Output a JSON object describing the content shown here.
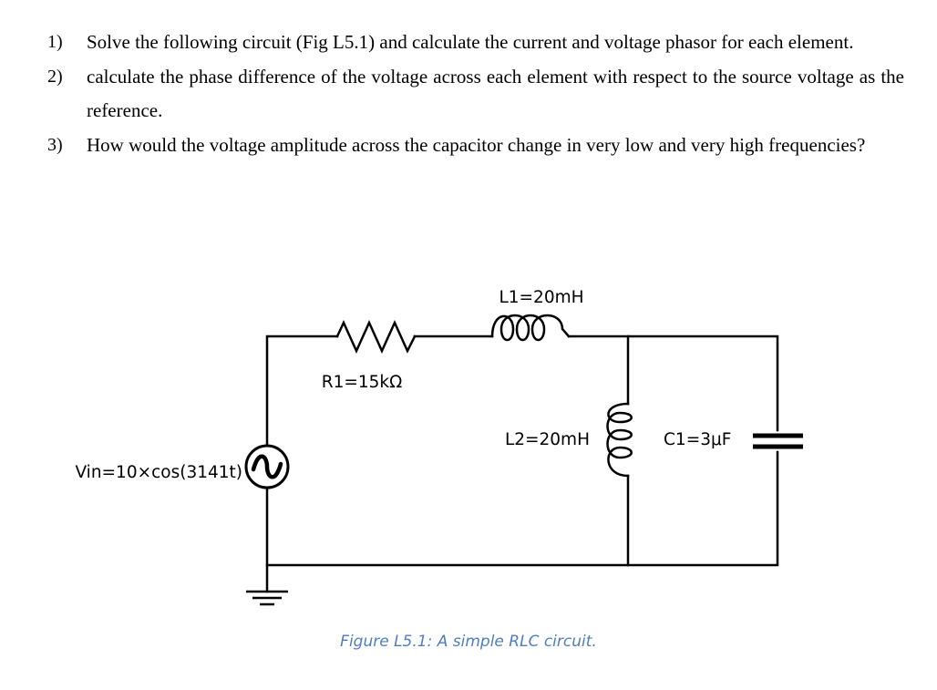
{
  "questions": [
    {
      "number": "1)",
      "text": "Solve the following circuit (Fig L5.1) and calculate the current and voltage phasor for each element."
    },
    {
      "number": "2)",
      "text": "calculate the phase difference of the voltage across each element with respect to the source voltage as the reference."
    },
    {
      "number": "3)",
      "text": "How would the voltage amplitude across the capacitor change in very low and very high frequencies?"
    }
  ],
  "circuit": {
    "source_label": "Vin=10×cos(3141t)",
    "r1_label": "R1=15kΩ",
    "l1_label": "L1=20mH",
    "l2_label": "L2=20mH",
    "c1_label": "C1=3μF"
  },
  "caption": "Figure L5.1: A simple RLC circuit."
}
